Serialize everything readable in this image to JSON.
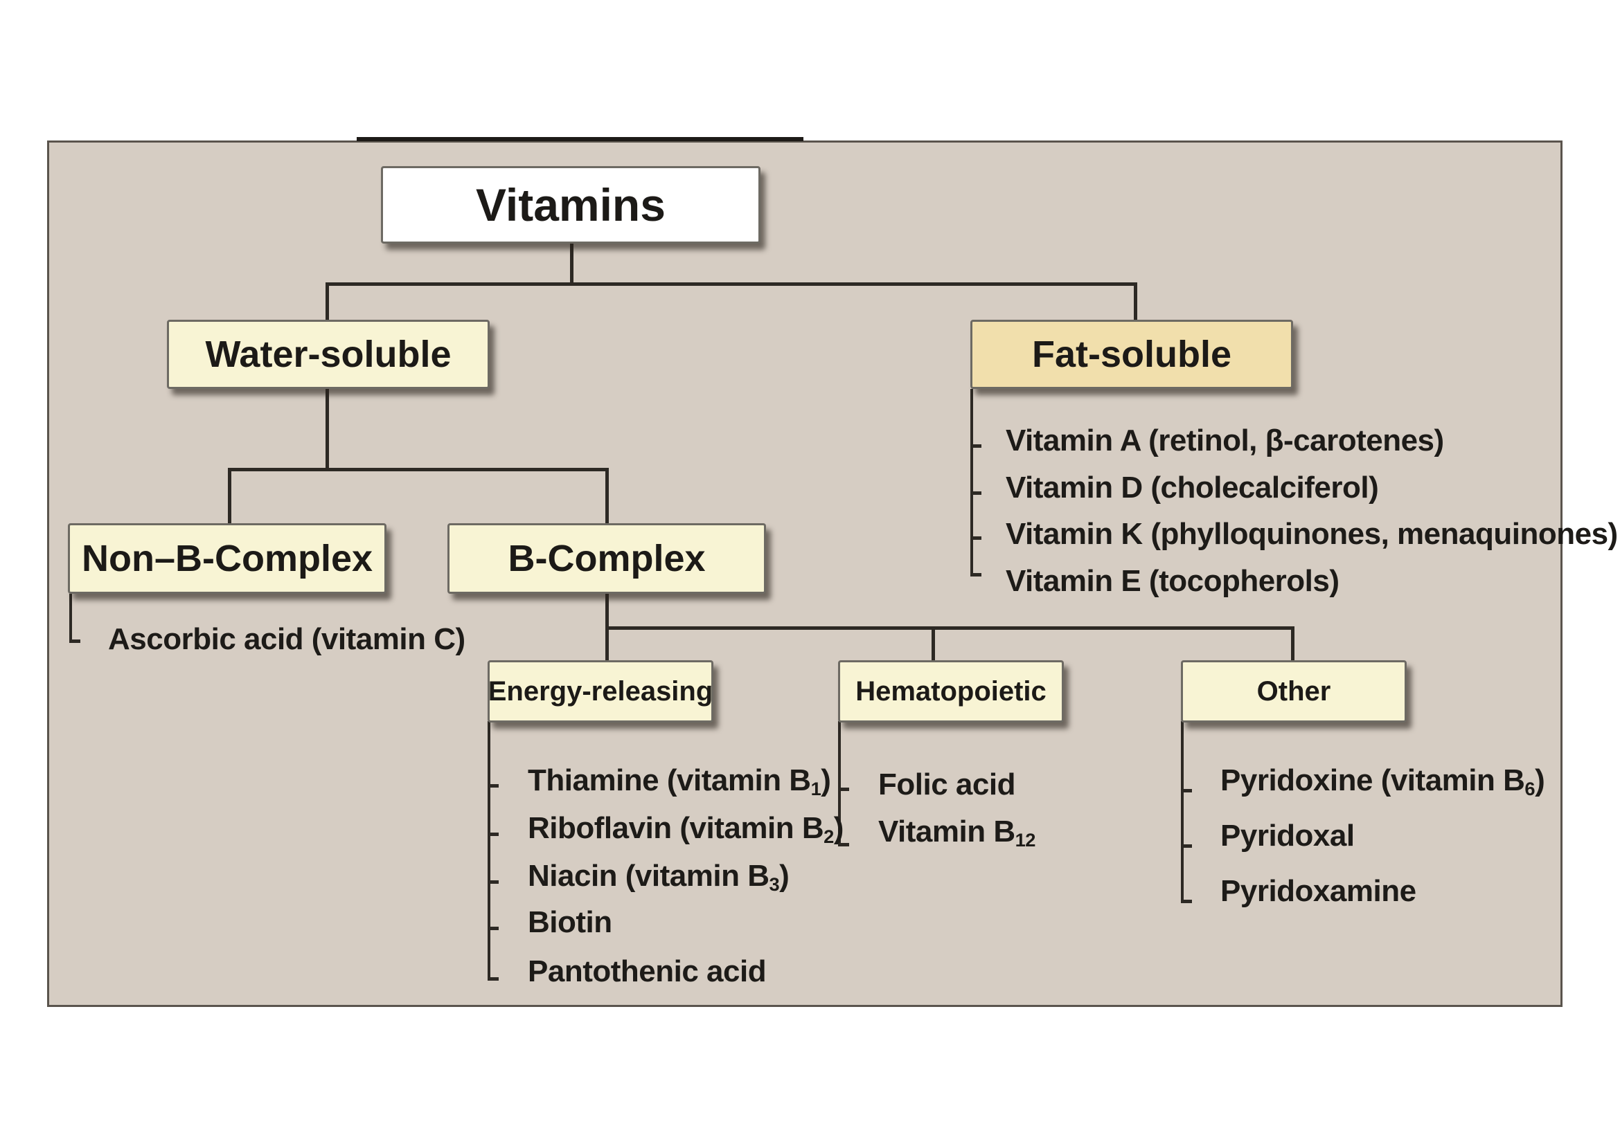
{
  "root": "Vitamins",
  "water_soluble": {
    "label": "Water-soluble",
    "non_b_complex": {
      "label": "Non–B-Complex",
      "items": [
        "Ascorbic acid (vitamin C)"
      ]
    },
    "b_complex": {
      "label": "B-Complex",
      "energy_releasing": {
        "label": "Energy-releasing",
        "items": [
          {
            "text": "Thiamine (vitamin B",
            "sub": "1",
            "after": ")"
          },
          {
            "text": "Riboflavin (vitamin B",
            "sub": "2",
            "after": ")"
          },
          {
            "text": "Niacin (vitamin B",
            "sub": "3",
            "after": ")"
          },
          {
            "text": "Biotin",
            "sub": "",
            "after": ""
          },
          {
            "text": "Pantothenic acid",
            "sub": "",
            "after": ""
          }
        ]
      },
      "hematopoietic": {
        "label": "Hematopoietic",
        "items": [
          {
            "text": "Folic acid",
            "sub": "",
            "after": ""
          },
          {
            "text": "Vitamin B",
            "sub": "12",
            "after": ""
          }
        ]
      },
      "other": {
        "label": "Other",
        "items": [
          {
            "text": "Pyridoxine (vitamin B",
            "sub": "6",
            "after": ")"
          },
          {
            "text": "Pyridoxal",
            "sub": "",
            "after": ""
          },
          {
            "text": "Pyridoxamine",
            "sub": "",
            "after": ""
          }
        ]
      }
    }
  },
  "fat_soluble": {
    "label": "Fat-soluble",
    "items": [
      "Vitamin A (retinol, β-carotenes)",
      "Vitamin D (cholecalciferol)",
      "Vitamin K (phylloquinones, menaquinones)",
      "Vitamin E (tocopherols)"
    ]
  }
}
